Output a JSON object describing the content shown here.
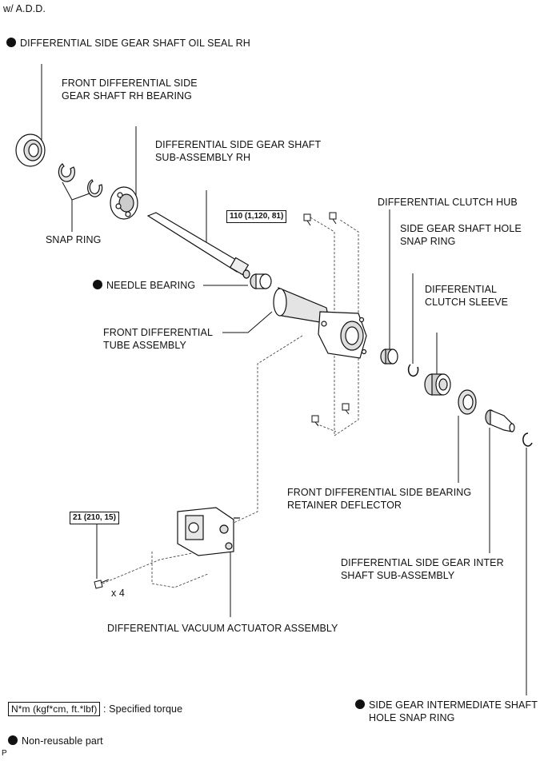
{
  "header": {
    "variant": "w/ A.D.D."
  },
  "parts": {
    "oil_seal": "DIFFERENTIAL SIDE GEAR SHAFT OIL SEAL RH",
    "bearing_line1": "FRONT DIFFERENTIAL SIDE",
    "bearing_line2": "GEAR SHAFT RH BEARING",
    "shaft_line1": "DIFFERENTIAL SIDE GEAR SHAFT",
    "shaft_line2": "SUB-ASSEMBLY RH",
    "snap_ring": "SNAP RING",
    "needle_bearing": "NEEDLE BEARING",
    "tube_line1": "FRONT DIFFERENTIAL",
    "tube_line2": "TUBE ASSEMBLY",
    "clutch_hub": "DIFFERENTIAL CLUTCH HUB",
    "hole_snap_line1": "SIDE GEAR SHAFT HOLE",
    "hole_snap_line2": "SNAP RING",
    "sleeve_line1": "DIFFERENTIAL",
    "sleeve_line2": "CLUTCH SLEEVE",
    "deflector_line1": "FRONT DIFFERENTIAL SIDE BEARING",
    "deflector_line2": "RETAINER DEFLECTOR",
    "inter_shaft_line1": "DIFFERENTIAL SIDE GEAR INTER",
    "inter_shaft_line2": "SHAFT SUB-ASSEMBLY",
    "actuator": "DIFFERENTIAL VACUUM ACTUATOR ASSEMBLY",
    "inter_snap_line1": "SIDE GEAR INTERMEDIATE SHAFT",
    "inter_snap_line2": "HOLE SNAP RING"
  },
  "torques": {
    "tube_bolts": "110 (1,120, 81)",
    "actuator_bolts": "21 (210, 15)",
    "actuator_qty": "x 4"
  },
  "legend": {
    "torque_unit": "N*m (kgf*cm, ft.*lbf)",
    "torque_desc": ": Specified torque",
    "non_reusable": "Non-reusable part"
  },
  "footer": {
    "code": "P"
  }
}
